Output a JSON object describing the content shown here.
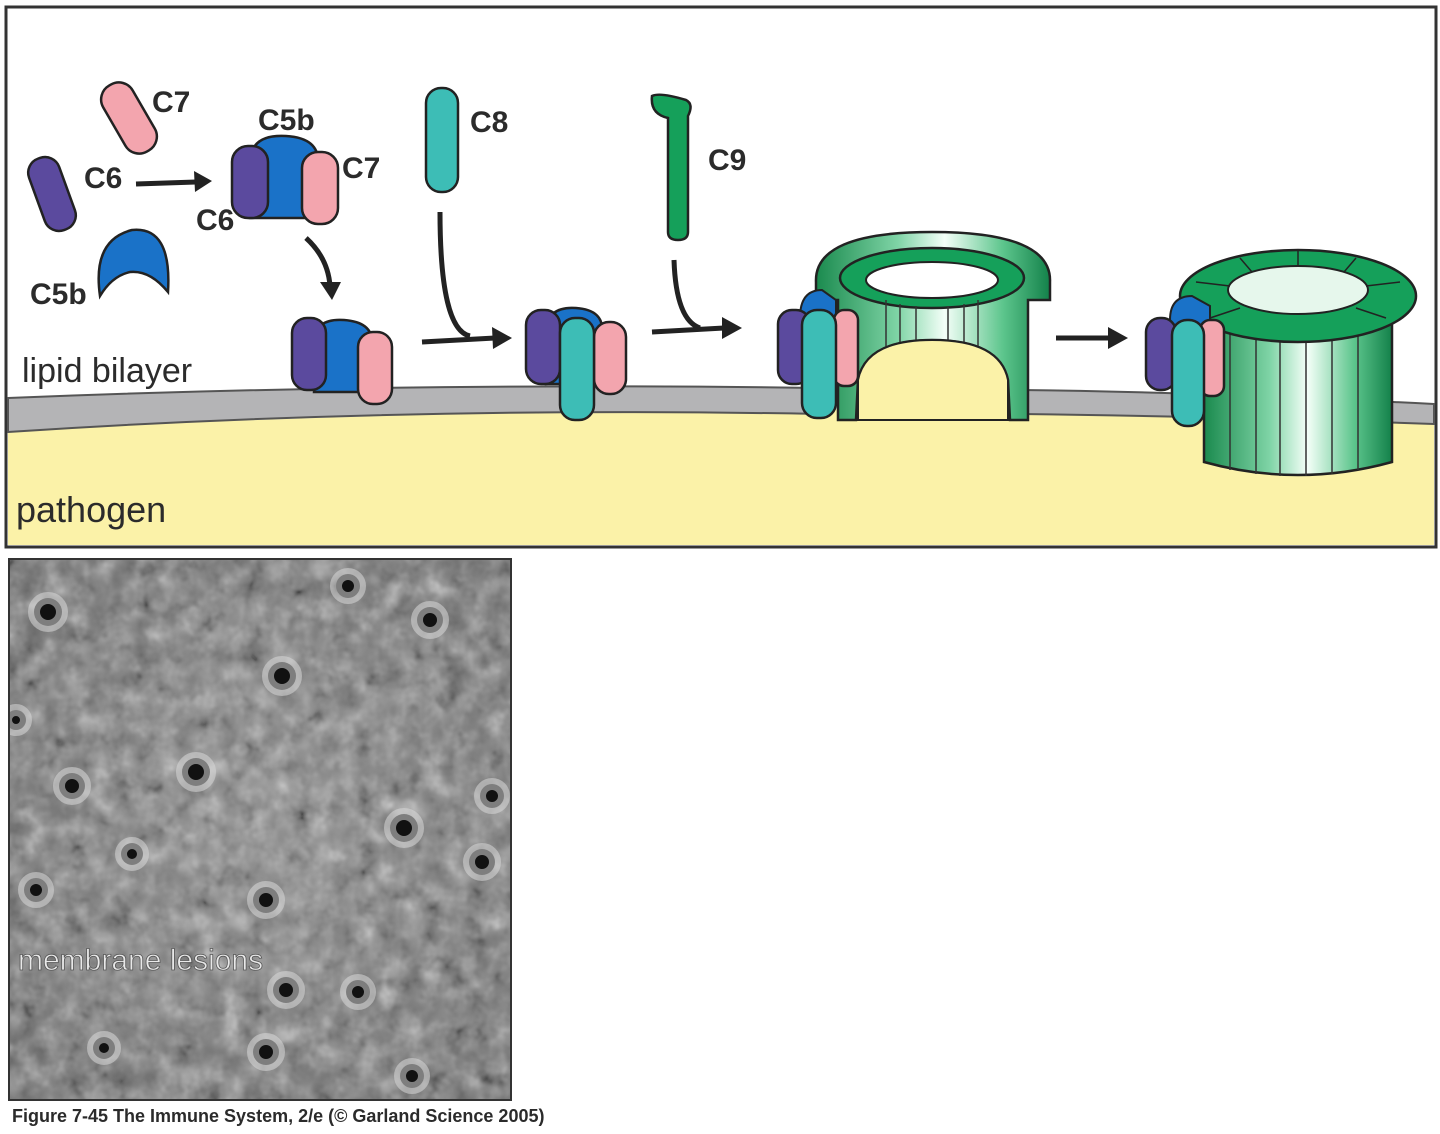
{
  "labels": {
    "c7_top": "C7",
    "c6_left": "C6",
    "c5b_left": "C5b",
    "c5b_complex": "C5b",
    "c7_complex": "C7",
    "c6_complex": "C6",
    "c8": "C8",
    "c9": "C9",
    "lipid_bilayer": "lipid bilayer",
    "pathogen": "pathogen",
    "micrograph": "membrane lesions"
  },
  "caption": "Figure 7-45  The Immune System, 2/e (© Garland Science 2005)",
  "colors": {
    "c6": "#5b4a9e",
    "c5b": "#1a72c8",
    "c7": "#f3a5ae",
    "c8": "#3dbdb6",
    "c9": "#15a05a",
    "membrane": "#b4b4b6",
    "pathogen": "#fbf2a8",
    "outline": "#222222"
  }
}
